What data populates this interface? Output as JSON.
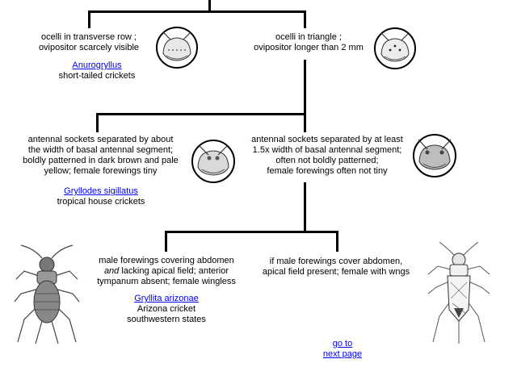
{
  "couplet1": {
    "left": {
      "lines": [
        "ocelli in transverse row ;",
        "ovipositor scarcely visible"
      ],
      "link": "Anurogryllus",
      "common": "short-tailed crickets"
    },
    "right": {
      "lines": [
        "ocelli in triangle ;",
        "ovipositor longer than 2 mm"
      ]
    }
  },
  "couplet2": {
    "left": {
      "lines": [
        "antennal sockets separated by about",
        "the width of basal antennal segment;",
        "boldly patterned in dark brown and pale",
        "yellow; female forewings tiny"
      ],
      "link": "Gryllodes sigillatus",
      "common": "tropical house crickets"
    },
    "right": {
      "lines": [
        "antennal sockets separated by at least",
        "1.5x width of basal antennal segment;",
        "often not boldly patterned;",
        "female forewings often not tiny"
      ]
    }
  },
  "couplet3": {
    "left": {
      "line1": "male forewings covering abdomen",
      "line2_italic": "and",
      "line2_rest": " lacking apical field; anterior",
      "line3": "tympanum absent; female wingless",
      "link": "Gryllita arizonae",
      "common1": "Arizona cricket",
      "common2": "southwestern states"
    },
    "right": {
      "lines": [
        "if male forewings cover abdomen,",
        "apical field present; female with wngs"
      ]
    }
  },
  "nav": {
    "goto": "go to",
    "next": "next page"
  },
  "colors": {
    "line": "#000000",
    "link": "#0000ee",
    "background": "#ffffff"
  }
}
